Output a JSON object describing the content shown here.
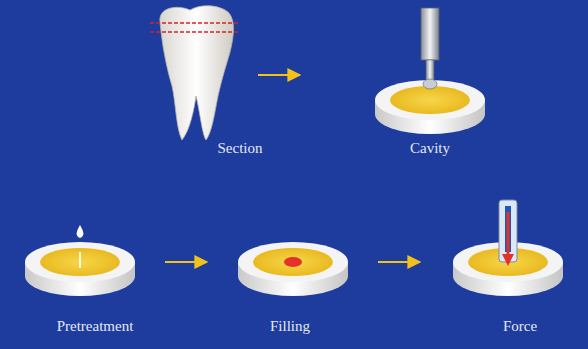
{
  "diagram": {
    "labels": [
      "Section",
      "Cavity",
      "Pretreatment",
      "Filling",
      "Force"
    ]
  }
}
